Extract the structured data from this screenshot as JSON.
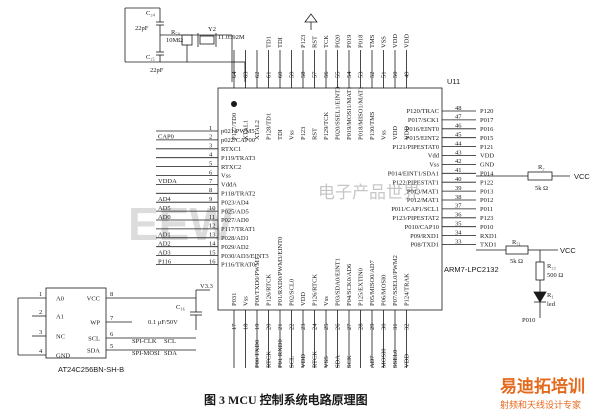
{
  "figure": {
    "caption": "图 3   MCU 控制系统电路原理图",
    "watermark_top": "电子产品世界",
    "watermark_big": "EEW",
    "brand_name": "易迪拓培训",
    "brand_slogan": "射频和天线设计专家"
  },
  "crystal": {
    "c24": "C₂₄",
    "c24_val": "22pF",
    "r50": "R₅₀",
    "r50_val": "10MΩ",
    "y2": "Y2",
    "y2_val": "11.0592M",
    "c25": "C₂₅",
    "c25_val": "22pF"
  },
  "mcu": {
    "ref": "U11",
    "part": "ARM7-LPC2132",
    "top_pins": [
      {
        "num": "64",
        "label": "P127/TD0"
      },
      {
        "num": "63",
        "label": "XTAL1"
      },
      {
        "num": "62",
        "label": "XTAL2"
      },
      {
        "num": "61",
        "label": "P128/TD1"
      },
      {
        "num": "60",
        "label": "TDI"
      },
      {
        "num": "59",
        "label": "Vss"
      },
      {
        "num": "58",
        "label": "P123"
      },
      {
        "num": "57",
        "label": "RST"
      },
      {
        "num": "56",
        "label": "P129/TCK"
      },
      {
        "num": "55",
        "label": "P020/SSEL1/EINT3"
      },
      {
        "num": "54",
        "label": "P019/MOSI1/MAT1"
      },
      {
        "num": "53",
        "label": "P018/MISO1/MAT1"
      },
      {
        "num": "52",
        "label": "P130/TMS"
      },
      {
        "num": "51",
        "label": "Vss"
      },
      {
        "num": "50",
        "label": "VDD"
      },
      {
        "num": "49",
        "label": "VDD"
      }
    ],
    "top_nets": [
      "",
      "",
      "",
      "TD1",
      "TDI",
      "",
      "P123",
      "RST",
      "TCK",
      "P020",
      "P019",
      "P018",
      "TMS",
      "VSS",
      "VDD",
      "VDD"
    ],
    "left_pins": [
      {
        "num": "1",
        "label": "p021/PWM5",
        "net": ""
      },
      {
        "num": "2",
        "label": "p022/CAP00",
        "net": "CAP0"
      },
      {
        "num": "3",
        "label": "RTXC1",
        "net": ""
      },
      {
        "num": "4",
        "label": "P119/TRAT3",
        "net": ""
      },
      {
        "num": "5",
        "label": "RTXC2",
        "net": ""
      },
      {
        "num": "6",
        "label": "Vss",
        "net": ""
      },
      {
        "num": "7",
        "label": "VddA",
        "net": "VDDA"
      },
      {
        "num": "8",
        "label": "P118/TRAT2",
        "net": ""
      },
      {
        "num": "9",
        "label": "P023/AD4",
        "net": "AD4"
      },
      {
        "num": "10",
        "label": "P025/AD5",
        "net": "AD5"
      },
      {
        "num": "11",
        "label": "P027/AD0",
        "net": "AD0"
      },
      {
        "num": "12",
        "label": "P117/TRAT1",
        "net": ""
      },
      {
        "num": "13",
        "label": "P028/AD1",
        "net": "AD1"
      },
      {
        "num": "14",
        "label": "P029/AD2",
        "net": "AD2"
      },
      {
        "num": "15",
        "label": "P030/AD3/EINT3",
        "net": "AD3"
      },
      {
        "num": "16",
        "label": "P116/TRAT0",
        "net": "P116"
      }
    ],
    "right_pins": [
      {
        "num": "48",
        "label": "P120/TRAC",
        "net": "P120"
      },
      {
        "num": "47",
        "label": "P017/SCK1",
        "net": "P017"
      },
      {
        "num": "46",
        "label": "P016/EINT0",
        "net": "P016"
      },
      {
        "num": "45",
        "label": "P015/EINT2",
        "net": "P015"
      },
      {
        "num": "44",
        "label": "P121/PIPESTAT0",
        "net": "P121"
      },
      {
        "num": "43",
        "label": "Vdd",
        "net": "VDD"
      },
      {
        "num": "42",
        "label": "Vss",
        "net": "GND"
      },
      {
        "num": "41",
        "label": "P014/EINT1/SDA1",
        "net": "P014"
      },
      {
        "num": "40",
        "label": "P122/PIPESTAT1",
        "net": "P122"
      },
      {
        "num": "39",
        "label": "P013/MAT1",
        "net": "P013"
      },
      {
        "num": "38",
        "label": "P012/MAT1",
        "net": "P012"
      },
      {
        "num": "37",
        "label": "P011/CAP1/SCL1",
        "net": "P011"
      },
      {
        "num": "36",
        "label": "P123/PIPESTAT2",
        "net": "P123"
      },
      {
        "num": "35",
        "label": "P010/CAP10",
        "net": "P010"
      },
      {
        "num": "34",
        "label": "P09/RXD1",
        "net": "RXD1"
      },
      {
        "num": "33",
        "label": "P08/TXD1",
        "net": "TXD1"
      }
    ],
    "bottom_pins": [
      {
        "num": "17",
        "label": "P031"
      },
      {
        "num": "18",
        "label": "Vss"
      },
      {
        "num": "19",
        "label": "P00/TXD0/PWM1"
      },
      {
        "num": "20",
        "label": "P126/RTCK"
      },
      {
        "num": "21",
        "label": "P01/RXD0/PWM3/EINT0"
      },
      {
        "num": "22",
        "label": "P02/SCL0"
      },
      {
        "num": "23",
        "label": "VDD"
      },
      {
        "num": "24",
        "label": "P126/RTCK"
      },
      {
        "num": "25",
        "label": "Vss"
      },
      {
        "num": "26",
        "label": "P03/SDA0/EINT1"
      },
      {
        "num": "27",
        "label": "P04/SCK0/AD6"
      },
      {
        "num": "28",
        "label": "P125/EXTIN0"
      },
      {
        "num": "29",
        "label": "P05/MISO0/AD7"
      },
      {
        "num": "30",
        "label": "P06/MOSI0"
      },
      {
        "num": "31",
        "label": "P07/SSEL0/PWM2"
      },
      {
        "num": "32",
        "label": "P124/TRAK"
      }
    ],
    "bottom_nets": [
      "",
      "",
      "P00 TXD0",
      "RTCK",
      "P01 RXD0",
      "SCL",
      "VDD",
      "RTCK",
      "VSS",
      "SDA",
      "SCK",
      "",
      "AD7",
      "MOSI0",
      "SSEL0",
      "VDD"
    ]
  },
  "eeprom": {
    "part": "AT24C256BN-SH-B",
    "left_pins": [
      {
        "num": "1",
        "label": "A0"
      },
      {
        "num": "2",
        "label": "A1"
      },
      {
        "num": "3",
        "label": "NC"
      },
      {
        "num": "4",
        "label": "GND"
      }
    ],
    "right_pins": [
      {
        "num": "8",
        "label": "VCC"
      },
      {
        "num": "7",
        "label": "WP"
      },
      {
        "num": "6",
        "label": "SCL"
      },
      {
        "num": "5",
        "label": "SDA"
      }
    ],
    "scl_net": "SPI-CLK",
    "scl_net2": "SCL",
    "sda_net": "SPI-MOSI",
    "sda_net2": "SDA"
  },
  "decoupling": {
    "supply": "V3.3",
    "ref": "C₁₆",
    "value": "0.1 μF/50V"
  },
  "right_parts": {
    "r2": "R₂",
    "r2_val": "5k Ω",
    "vcc1": "VCC",
    "r71": "R₇₁",
    "r71_val": "5k Ω",
    "vcc2": "VCC",
    "r22": "R₂₂",
    "r22_val": "500 Ω",
    "rd1": "R₁",
    "rd1_val": "led",
    "p010": "P010"
  }
}
